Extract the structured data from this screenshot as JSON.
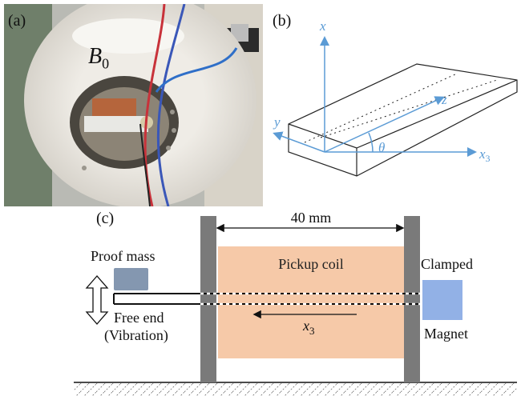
{
  "panel_a": {
    "label": "(a)",
    "field_symbol": "B",
    "field_subscript": "0"
  },
  "panel_b": {
    "label": "(b)",
    "axes": {
      "x": "x",
      "y": "y",
      "z": "z",
      "x3": "x",
      "x3_sub": "3",
      "theta": "θ"
    }
  },
  "panel_c": {
    "label": "(c)",
    "dimension": "40 mm",
    "pickup_coil": "Pickup coil",
    "proof_mass": "Proof mass",
    "free_end": "Free end",
    "vibration": "(Vibration)",
    "clamped": "Clamped",
    "magnet": "Magnet",
    "axis": "x",
    "axis_sub": "3"
  },
  "colors": {
    "blue": "#5b9bd5",
    "coil": "#f6c9a8",
    "post": "#7a7a7a",
    "proof_mass": "#8497b0",
    "magnet": "#92b1e6"
  }
}
